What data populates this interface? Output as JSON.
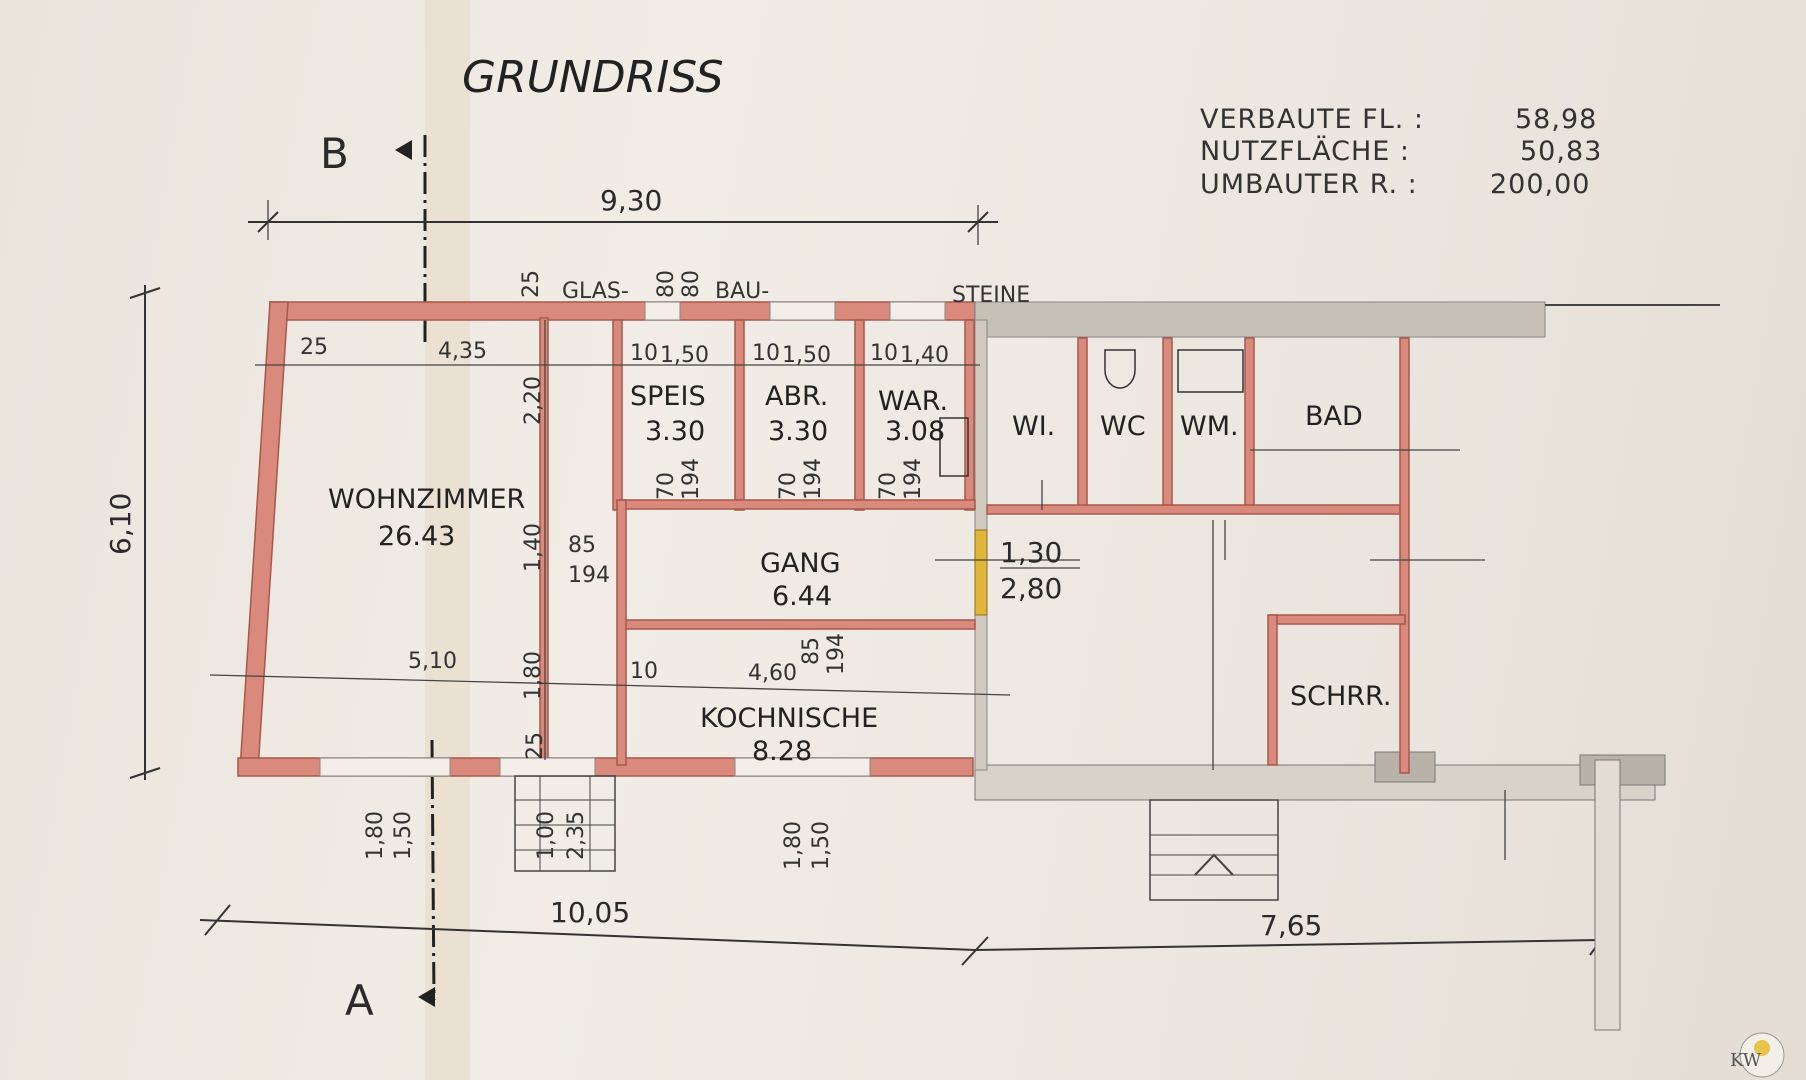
{
  "title": "GRUNDRISS",
  "stats": [
    {
      "label": "VERBAUTE FL. :",
      "value": "58,98"
    },
    {
      "label": "NUTZFLÄCHE   :",
      "value": "50,83"
    },
    {
      "label": "UMBAUTER R.  :",
      "value": "200,00"
    }
  ],
  "section_markers": {
    "top": "B",
    "bottom": "A"
  },
  "wall_note": [
    "GLAS-",
    "BAU-",
    "STEINE"
  ],
  "rooms": {
    "wohnzimmer": {
      "name": "WOHNZIMMER",
      "area": "26.43"
    },
    "speis": {
      "name": "SPEIS",
      "area": "3.30"
    },
    "abr": {
      "name": "ABR.",
      "area": "3.30"
    },
    "war": {
      "name": "WAR.",
      "area": "3.08"
    },
    "wi": {
      "name": "WI."
    },
    "wc": {
      "name": "WC"
    },
    "wm": {
      "name": "WM."
    },
    "bad": {
      "name": "BAD"
    },
    "gang": {
      "name": "GANG",
      "area": "6.44"
    },
    "kochnische": {
      "name": "KOCHNISCHE",
      "area": "8.28"
    },
    "schrr": {
      "name": "SCHRR."
    }
  },
  "dimensions": {
    "top_width": "9,30",
    "left_height": "6,10",
    "bottom_left": "10,05",
    "bottom_right": "7,65",
    "inner_wohn_width": "4,35",
    "wall_25_top": "25",
    "wall_25_side": "25",
    "wall_25_bottom": "25",
    "window_width_80": "80",
    "window_height_80": "80",
    "speis_width": "1,50",
    "abr_width": "1,50",
    "war_width": "1,40",
    "partition_10": "10",
    "height_220": "2,20",
    "height_140": "1,40",
    "height_180": "1,80",
    "door_70": "70",
    "door_194": "194",
    "door_85": "85",
    "gang_door_130": "1,30",
    "gang_door_280": "2,80",
    "wohn_width_510": "5,10",
    "koch_width_460": "4,60",
    "window_180": "1,80",
    "window_150": "1,50",
    "step_100": "1,00",
    "step_235": "2,35"
  },
  "logo_text": "KW"
}
